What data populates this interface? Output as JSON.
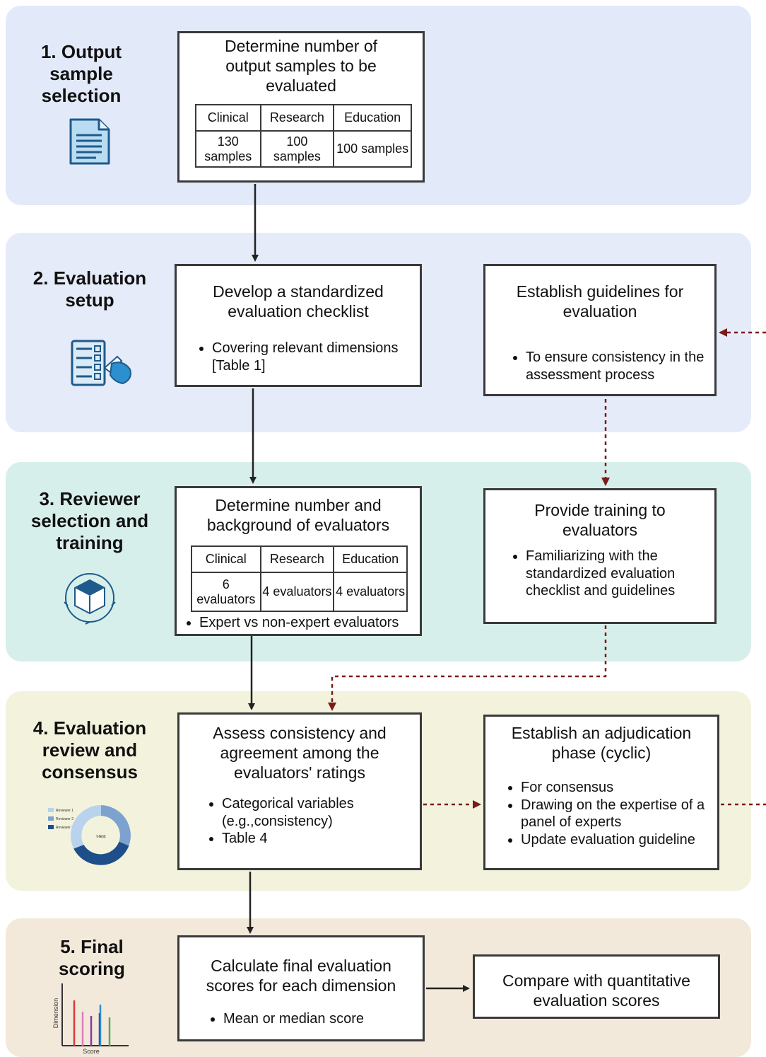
{
  "stages": [
    {
      "title": "1. Output sample selection"
    },
    {
      "title": "2. Evaluation setup"
    },
    {
      "title": "3. Reviewer selection and training"
    },
    {
      "title": "4. Evaluation review and consensus"
    },
    {
      "title": "5. Final scoring"
    }
  ],
  "box1": {
    "title": "Determine number of output samples to be evaluated",
    "table": {
      "headers": [
        "Clinical",
        "Research",
        "Education"
      ],
      "values": [
        "130 samples",
        "100 samples",
        "100 samples"
      ]
    }
  },
  "box2a": {
    "title": "Develop a standardized evaluation checklist",
    "bullets": [
      "Covering relevant dimensions [Table 1]"
    ]
  },
  "box2b": {
    "title": "Establish guidelines for evaluation",
    "bullets": [
      "To ensure consistency in the assessment process"
    ]
  },
  "box3a": {
    "title": "Determine  number and background of evaluators",
    "table": {
      "headers": [
        "Clinical",
        "Research",
        "Education"
      ],
      "values": [
        "6 evaluators",
        "4 evaluators",
        "4 evaluators"
      ]
    },
    "bullets": [
      "Expert vs non-expert evaluators"
    ]
  },
  "box3b": {
    "title": "Provide training to evaluators",
    "bullets": [
      "Familiarizing with the standardized evaluation checklist  and guidelines"
    ]
  },
  "box4a": {
    "title": "Assess consistency and agreement among the evaluators' ratings",
    "bullets": [
      "Categorical variables (e.g.,consistency)",
      "Table 4"
    ]
  },
  "box4b": {
    "title": "Establish an adjudication phase (cyclic)",
    "bullets": [
      "For consensus",
      "Drawing on the expertise of a panel of experts",
      "Update evaluation guideline"
    ]
  },
  "box5a": {
    "title": "Calculate final evaluation scores for each dimension",
    "bullets": [
      "Mean or median score"
    ]
  },
  "box5b": {
    "title": "Compare with quantitative evaluation scores"
  },
  "icons": {
    "stage1": "document-icon",
    "stage2": "checklist-icon",
    "stage3": "cube-icon",
    "stage4": "donut-chart-icon",
    "stage5": "bar-chart-icon"
  },
  "donut_icon": {
    "center_label": "t-test",
    "legend": [
      "Reviewer 1",
      "Reviewer 2",
      "Reviewer 3"
    ]
  },
  "bar_icon": {
    "xlabel": "Score",
    "ylabel": "Dimension"
  },
  "colors": {
    "band1": "#e2e9f8",
    "band2": "#e6ebf9",
    "band3": "#d7efeb",
    "band4": "#f3f3dd",
    "band5": "#f2e9db",
    "solid_arrow": "#222222",
    "dashed_arrow": "#7a1a1a",
    "icon_blue": "#1f5a8c"
  }
}
